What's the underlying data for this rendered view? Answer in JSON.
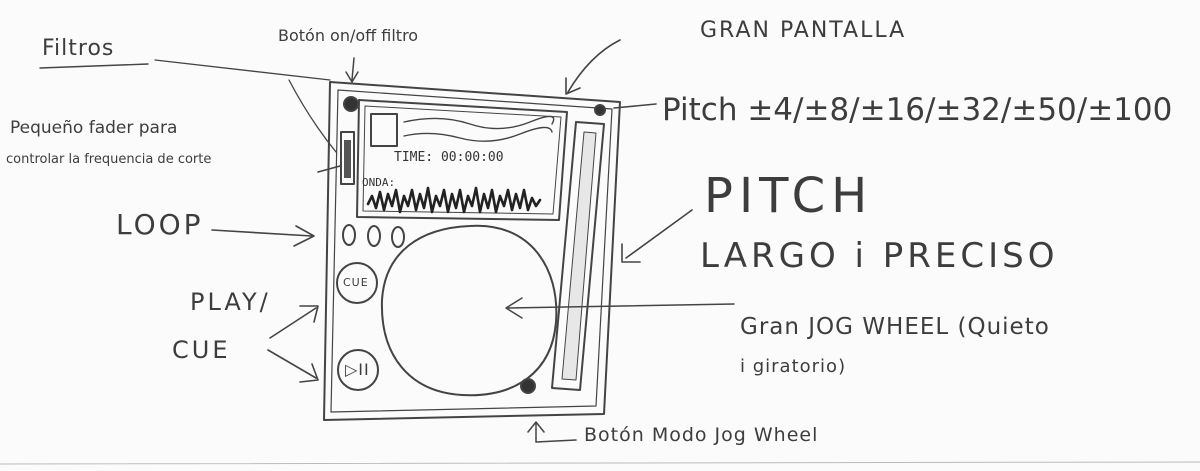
{
  "annotations": {
    "filtros": "Filtros",
    "boton_filtro": "Botón on/off filtro",
    "gran_pantalla": "GRAN PANTALLA",
    "pitch_ranges": "Pitch ±4/±8/±16/±32/±50/±100",
    "fader_line1": "Pequeño fader para",
    "fader_line2": "controlar la frequencia de corte",
    "pitch_big": "PITCH",
    "pitch_sub": "LARGO i PRECISO",
    "loop": "LOOP",
    "play_line1": "PLAY/",
    "play_line2": "CUE",
    "jog_line1": "Gran JOG WHEEL (Quieto",
    "jog_line2": "i giratorio)",
    "boton_modo": "Botón Modo Jog Wheel"
  },
  "device": {
    "screen": {
      "time": "TIME: 00:00:00",
      "onda": "ONDA:"
    },
    "cue_label": "CUE",
    "play_label": "▷II"
  }
}
